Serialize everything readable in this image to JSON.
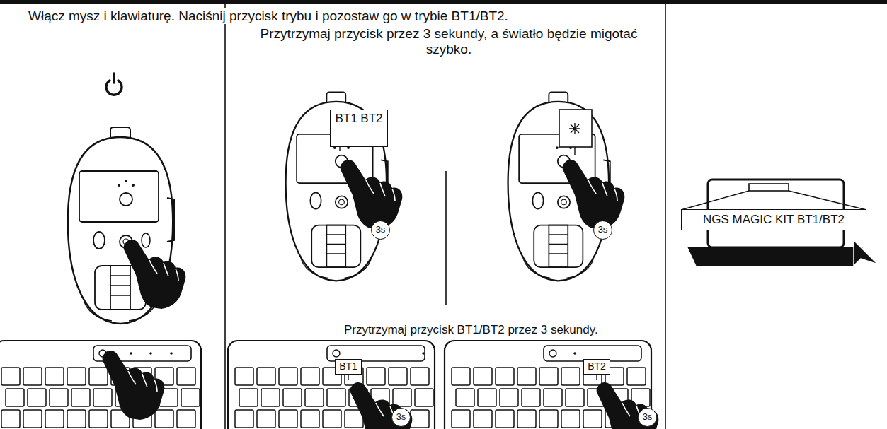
{
  "diagram": {
    "nodes": [
      {
        "text": [
          "BT1 BT2"
        ]
      },
      {
        "text": [
          "3s"
        ]
      },
      {
        "text": [
          "3s"
        ]
      },
      {
        "text": [
          "BT1"
        ]
      },
      {
        "text": [
          "3s"
        ]
      },
      {
        "text": [
          "BT2"
        ]
      },
      {
        "text": [
          "3s"
        ]
      },
      {
        "text": [
          "NGS MAGIC KIT BT1/BT2"
        ]
      }
    ],
    "labels": [
      "Włącz mysz i klawiaturę. Naciśnij przycisk trybu i pozostaw go w trybie BT1/BT2.",
      "Przytrzymaj przycisk przez 3 sekundy, a światło będzie migotać szybko.",
      "Przytrzymaj przycisk BT1/BT2 przez 3 sekundy."
    ]
  }
}
